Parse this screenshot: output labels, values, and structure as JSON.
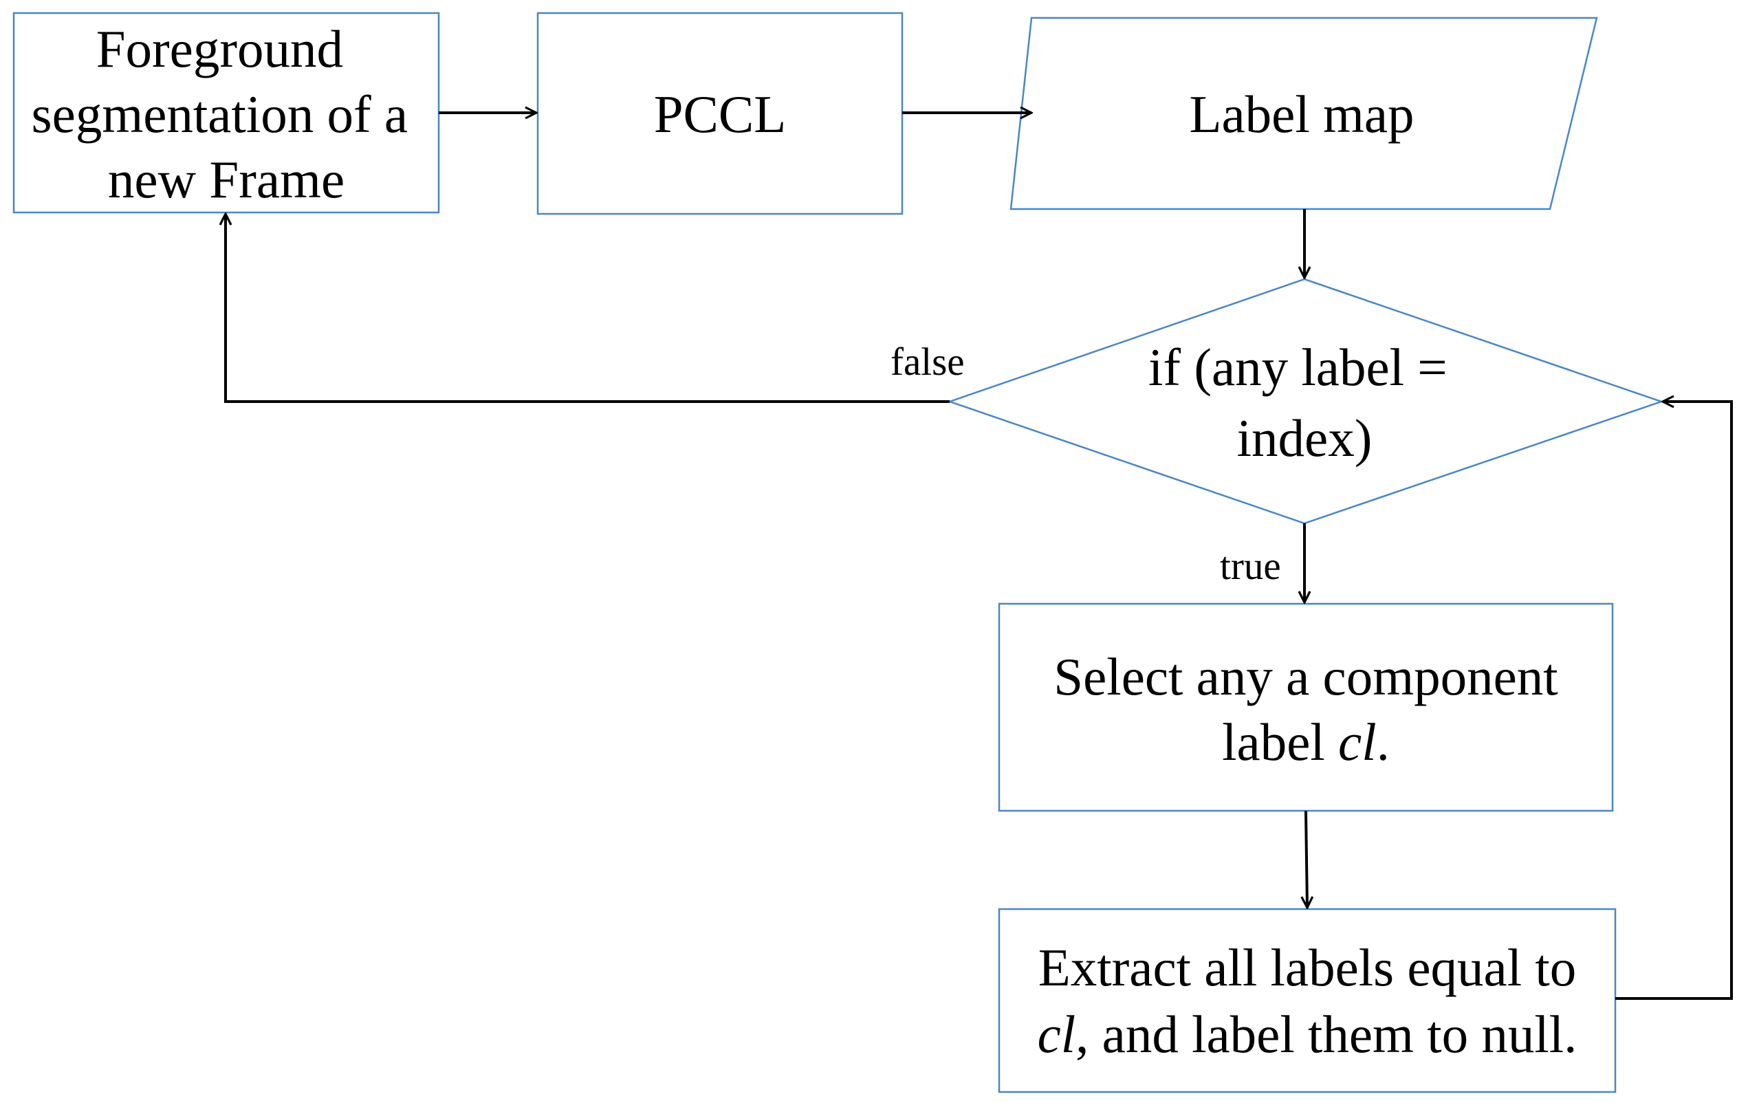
{
  "diagram": {
    "nodes": {
      "foreground": {
        "lines": [
          "Foreground",
          "segmentation of a",
          "new Frame"
        ],
        "shape": "rectangle"
      },
      "pccl": {
        "lines": [
          "PCCL"
        ],
        "shape": "rectangle"
      },
      "label_map": {
        "lines": [
          "Label map"
        ],
        "shape": "parallelogram"
      },
      "decision": {
        "lines": [
          "if (any label =",
          "index)"
        ],
        "shape": "diamond"
      },
      "select": {
        "line1": "Select any a component",
        "line2_prefix": "label ",
        "line2_italic": "cl",
        "line2_suffix": ".",
        "shape": "rectangle"
      },
      "extract": {
        "line1": "Extract all labels equal to",
        "line2_italic": "cl",
        "line2_suffix": ", and label them to null.",
        "shape": "rectangle"
      }
    },
    "edge_labels": {
      "false": "false",
      "true": "true"
    },
    "colors": {
      "shape_border": "#4a86c4",
      "arrow": "#000000",
      "text": "#000000",
      "background": "#ffffff"
    }
  }
}
